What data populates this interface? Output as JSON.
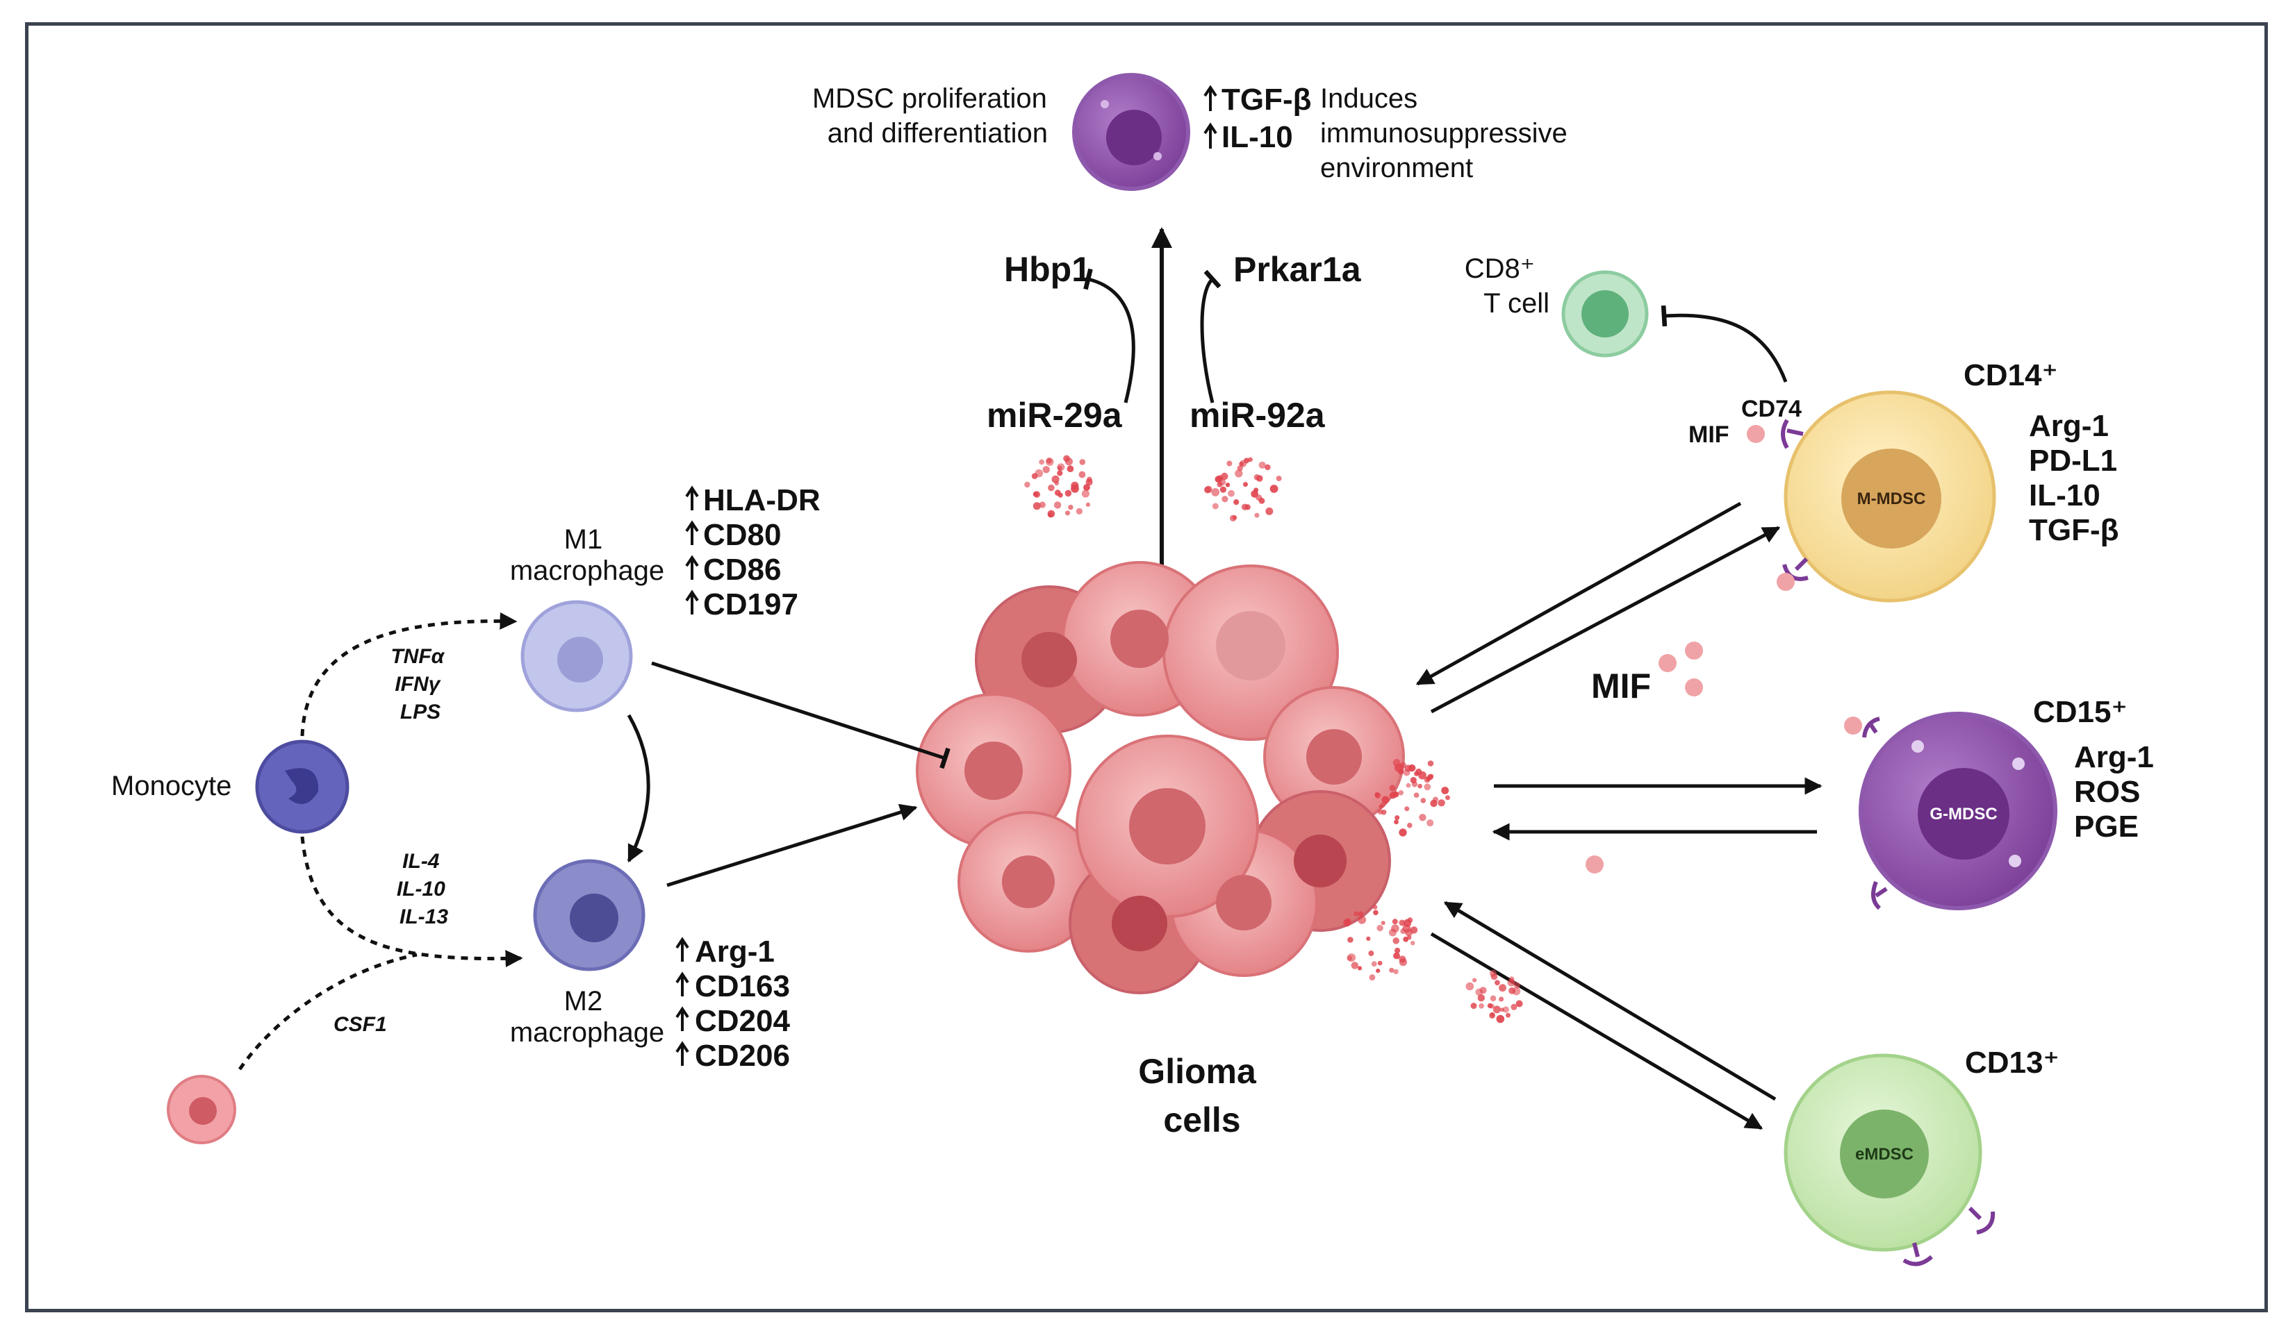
{
  "figure": {
    "mdsc_effect": [
      "MDSC proliferation",
      "and differentiation"
    ],
    "tgf_label": "TGF-β",
    "il10_label": "IL-10",
    "immuno_label": [
      "Induces",
      "immunosuppressive",
      "environment"
    ],
    "hbp1": "Hbp1",
    "prkar1a": "Prkar1a",
    "mir29a": "miR-29a",
    "mir92a": "miR-92a",
    "cd8_label": [
      "CD8⁺",
      "T cell"
    ],
    "cd74": "CD74",
    "mif_small": "MIF",
    "mif_large": "MIF",
    "cd14": "CD14⁺",
    "cd14_markers": [
      "Arg-1",
      "PD-L1",
      "IL-10",
      "TGF-β"
    ],
    "m_mdsc": "M-MDSC",
    "cd15": "CD15⁺",
    "cd15_markers": [
      "Arg-1",
      "ROS",
      "PGE"
    ],
    "g_mdsc": "G-MDSC",
    "cd13": "CD13⁺",
    "e_mdsc": "eMDSC",
    "m1_label": [
      "M1",
      "macrophage"
    ],
    "m1_markers": [
      "HLA-DR",
      "CD80",
      "CD86",
      "CD197"
    ],
    "m2_label": [
      "M2",
      "macrophage"
    ],
    "m2_markers": [
      "Arg-1",
      "CD163",
      "CD204",
      "CD206"
    ],
    "monocyte": "Monocyte",
    "m1_stimuli": [
      "TNFα",
      "IFNγ",
      "LPS"
    ],
    "m2_stimuli": [
      "IL-4",
      "IL-10",
      "IL-13"
    ],
    "csf1": "CSF1",
    "glioma": [
      "Glioma",
      "cells"
    ]
  },
  "colors": {
    "frame": "#3b4250",
    "glioma": "#e9898c",
    "mdsc_purple": "#8b4aa3",
    "m_mdsc": "#f7df9c",
    "e_mdsc": "#cdeab7",
    "t_cell": "#a6d7b6",
    "m1": "#b4b7e3",
    "m2": "#7b7cbc",
    "monocyte": "#5c5bb1",
    "vesicle": "#e0444e"
  },
  "icons": [
    "up-arrow-icon",
    "inhibit-bar-icon",
    "receptor-icon",
    "vesicle-cluster-icon"
  ]
}
